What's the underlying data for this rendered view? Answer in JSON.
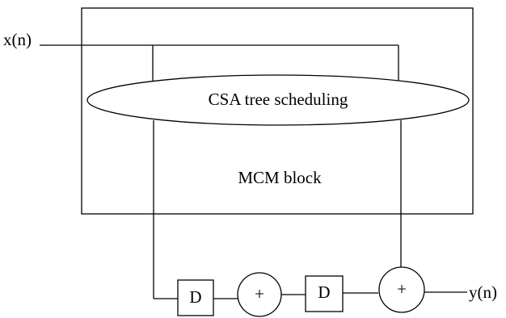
{
  "signals": {
    "input": "x(n)",
    "output": "y(n)"
  },
  "mcm_block": {
    "label": "MCM block",
    "ellipse_label": "CSA tree scheduling"
  },
  "delays": [
    "D",
    "D"
  ],
  "adders": [
    "+",
    "+"
  ]
}
